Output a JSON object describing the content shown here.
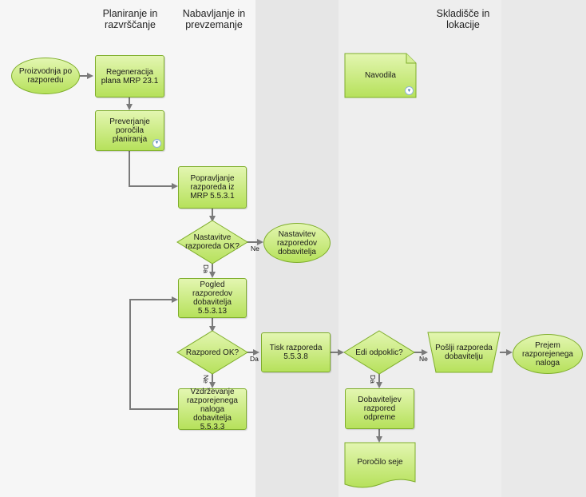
{
  "lanes": [
    {
      "id": "lane1",
      "title": "Planiranje in\nrazvrščanje"
    },
    {
      "id": "lane2",
      "title": "Nabavljanje in\nprevzemanje"
    },
    {
      "id": "lane3",
      "title": "Skladišče in\nlokacije"
    }
  ],
  "nodes": {
    "start": "Proizvodnja po\nrazporedu",
    "mrp_regen": "Regeneracija\nplana MRP 23.1",
    "check_report": "Preverjanje\nporočila\nplaniranja",
    "fix_schedule": "Popravljanje\nrazporeda iz\nMRP 5.5.3.1",
    "decision_settings": "Nastavitve\nrazporeda OK?",
    "supplier_settings": "Nastavitev\nrazporedov\ndobavitelja",
    "view_schedules": "Pogled\nrazporedov\ndobavitelja\n5.5.3.13",
    "decision_schedule": "Razpored OK?",
    "maintain_orders": "Vzdrževanje\nrazporejenega\nnaloga\ndobavitelja\n5.5.3.3",
    "print_schedule": "Tisk razporeda\n5.5.3.8",
    "decision_edi": "Edi odpoklic?",
    "send_schedule": "Pošlji razporeda\ndobavitelju",
    "receive_order": "Prejem\nrazporejenega\nnaloga",
    "supplier_release": "Dobaviteljev\nrazpored\nodpreme",
    "session_report": "Poročilo seje",
    "instructions": "Navodila"
  },
  "edge_labels": {
    "settings_no": "Ne",
    "settings_yes": "Da",
    "schedule_yes": "Da",
    "schedule_no": "Ne",
    "edi_no": "Ne",
    "edi_yes": "Da"
  },
  "icons": {
    "dropdown": "chevron-down-icon"
  },
  "colors": {
    "shape_fill_top": "#e3f6b1",
    "shape_fill_bottom": "#b6e15b",
    "shape_border": "#7fae2c",
    "connector": "#7a7a7a",
    "lane1_bg": "#f5f5f5",
    "lane3_bg": "#ececec"
  }
}
